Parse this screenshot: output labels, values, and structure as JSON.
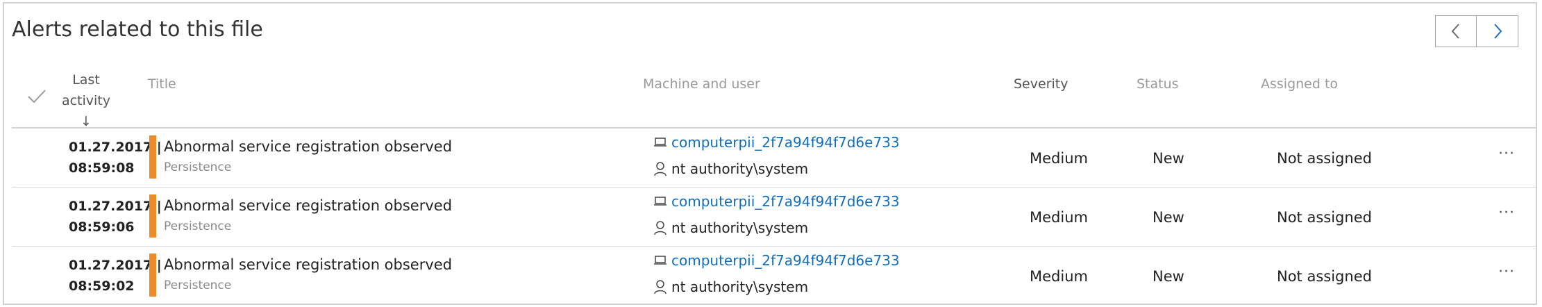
{
  "panel": {
    "title": "Alerts related to this file"
  },
  "nav": {
    "prev_icon": "chevron-left-icon",
    "next_icon": "chevron-right-icon"
  },
  "table": {
    "headers": {
      "select_all_icon": "checkmark-icon",
      "last_activity": "Last activity",
      "sort_indicator": "↓",
      "title": "Title",
      "machine_user": "Machine and user",
      "severity": "Severity",
      "status": "Status",
      "assigned_to": "Assigned to"
    },
    "rows": [
      {
        "date": "01.27.2017 |",
        "time": "08:59:08",
        "title": "Abnormal service registration observed",
        "category": "Persistence",
        "machine": "computerpii_2f7a94f94f7d6e733",
        "user": "nt authority\\system",
        "severity": "Medium",
        "status": "New",
        "assigned": "Not assigned",
        "more": "···"
      },
      {
        "date": "01.27.2017 |",
        "time": "08:59:06",
        "title": "Abnormal service registration observed",
        "category": "Persistence",
        "machine": "computerpii_2f7a94f94f7d6e733",
        "user": "nt authority\\system",
        "severity": "Medium",
        "status": "New",
        "assigned": "Not assigned",
        "more": "···"
      },
      {
        "date": "01.27.2017 |",
        "time": "08:59:02",
        "title": "Abnormal service registration observed",
        "category": "Persistence",
        "machine": "computerpii_2f7a94f94f7d6e733",
        "user": "nt authority\\system",
        "severity": "Medium",
        "status": "New",
        "assigned": "Not assigned",
        "more": "···"
      }
    ]
  },
  "colors": {
    "severity_medium": "#ef8a2a",
    "link": "#106ebe",
    "header_text": "#9a9a9a"
  }
}
